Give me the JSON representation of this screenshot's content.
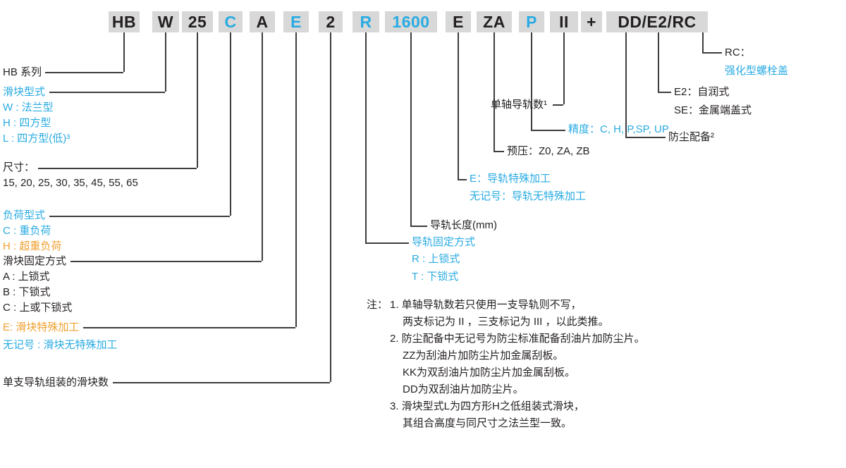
{
  "code": {
    "segments": [
      {
        "text": "HB",
        "color": "dark"
      },
      {
        "text": "W",
        "color": "dark"
      },
      {
        "text": "25",
        "color": "dark"
      },
      {
        "text": "C",
        "color": "cyan"
      },
      {
        "text": "A",
        "color": "dark"
      },
      {
        "text": "E",
        "color": "cyan"
      },
      {
        "text": "2",
        "color": "dark"
      },
      {
        "text": "R",
        "color": "cyan"
      },
      {
        "text": "1600",
        "color": "cyan"
      },
      {
        "text": "E",
        "color": "dark"
      },
      {
        "text": "ZA",
        "color": "dark"
      },
      {
        "text": "P",
        "color": "cyan"
      },
      {
        "text": "II",
        "color": "dark"
      },
      {
        "text": "+",
        "color": "dark"
      },
      {
        "text": "DD/E2/RC",
        "color": "dark"
      }
    ]
  },
  "annotations": {
    "hb_series": {
      "title": "HB 系列",
      "title_color": "dark"
    },
    "block_type": {
      "title": "滑块型式",
      "title_color": "cyan",
      "options": [
        {
          "text": "W : 法兰型",
          "color": "cyan"
        },
        {
          "text": "H : 四方型",
          "color": "cyan"
        },
        {
          "text": "L : 四方型(低)³",
          "color": "cyan"
        }
      ]
    },
    "size": {
      "title": "尺寸：",
      "title_color": "dark",
      "options": [
        {
          "text": "15, 20, 25, 30, 35, 45, 55, 65",
          "color": "dark"
        }
      ]
    },
    "load_type": {
      "title": "负荷型式",
      "title_color": "cyan",
      "options": [
        {
          "text": "C : 重负荷",
          "color": "cyan"
        },
        {
          "text": "H : 超重负荷",
          "color": "orange"
        }
      ]
    },
    "block_mounting": {
      "title": "滑块固定方式",
      "title_color": "dark",
      "options": [
        {
          "text": "A : 上锁式",
          "color": "dark"
        },
        {
          "text": "B : 下锁式",
          "color": "dark"
        },
        {
          "text": "C : 上或下锁式",
          "color": "dark"
        }
      ]
    },
    "block_special": {
      "options": [
        {
          "text": "E: 滑块特殊加工",
          "color": "orange"
        },
        {
          "text": "无记号 : 滑块无特殊加工",
          "color": "cyan"
        }
      ]
    },
    "blocks_per_rail": {
      "title": "单支导轨组装的滑块数",
      "title_color": "dark"
    },
    "rail_mounting": {
      "title": "导轨固定方式",
      "title_color": "cyan",
      "options": [
        {
          "text": "R : 上锁式",
          "color": "cyan"
        },
        {
          "text": "T : 下锁式",
          "color": "cyan"
        }
      ]
    },
    "rail_length": {
      "title": "导轨长度(mm)",
      "title_color": "dark"
    },
    "rail_special": {
      "options": [
        {
          "text": "E：导轨特殊加工",
          "color": "cyan"
        },
        {
          "text": "无记号：导轨无特殊加工",
          "color": "cyan"
        }
      ]
    },
    "preload": {
      "title": "预压：Z0, ZA, ZB",
      "title_color": "dark"
    },
    "precision": {
      "title": "精度：C, H, P,SP, UP",
      "title_color": "cyan"
    },
    "rails_per_axis": {
      "title": "单轴导轨数¹",
      "title_color": "dark"
    },
    "dust_protection": {
      "title": "防尘配备²",
      "title_color": "dark"
    },
    "self_lubrication": {
      "title": "E2：自润式",
      "title_color": "dark"
    },
    "metal_end_cap": {
      "title": "SE：金属端盖式",
      "title_color": "dark"
    },
    "bolt_cover": {
      "title": "RC：",
      "subtitle": "强化型螺栓盖",
      "title_color": "dark",
      "subtitle_color": "cyan"
    }
  },
  "notes": {
    "label": "注：",
    "lines": [
      "1. 单轴导轨数若只使用一支导轨则不写，",
      "两支标记为 II ，三支标记为 III ，以此类推。",
      "2. 防尘配备中无记号为防尘标准配备刮油片加防尘片。",
      "ZZ为刮油片加防尘片加金属刮板。",
      "KK为双刮油片加防尘片加金属刮板。",
      "DD为双刮油片加防尘片。",
      "3. 滑块型式L为四方形H之低组装式滑块，",
      "其组合高度与同尺寸之法兰型一致。"
    ]
  },
  "colors": {
    "accent_cyan": "#29abe2",
    "accent_orange": "#f0a030",
    "text_dark": "#231f20",
    "segment_bg": "#d8d8d8",
    "line": "#3d3d3d"
  }
}
